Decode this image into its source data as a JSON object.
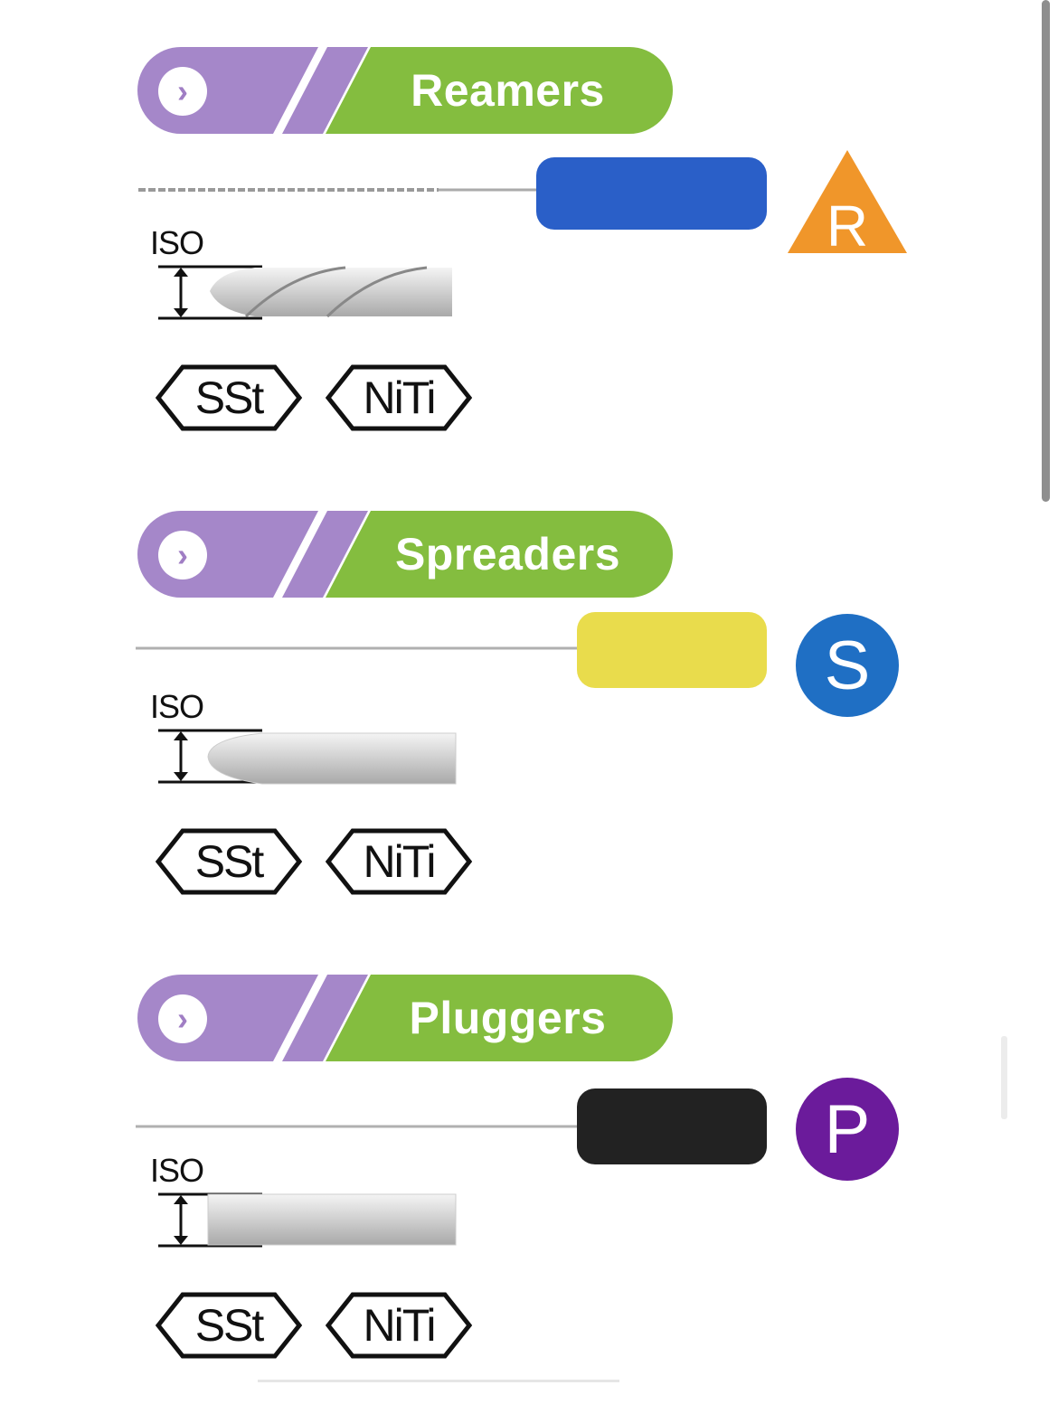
{
  "sections": [
    {
      "title": "Reamers",
      "badge_letter": "R",
      "badge_shape": "triangle",
      "badge_color": "#f0962a",
      "handle_color": "#2a5fc8",
      "iso_label": "ISO",
      "tip_type": "twisted",
      "materials": [
        "SSt",
        "NiTi"
      ]
    },
    {
      "title": "Spreaders",
      "badge_letter": "S",
      "badge_shape": "circle",
      "badge_color": "#1f6fc4",
      "handle_color": "#e9dc4c",
      "iso_label": "ISO",
      "tip_type": "pointed",
      "materials": [
        "SSt",
        "NiTi"
      ]
    },
    {
      "title": "Pluggers",
      "badge_letter": "P",
      "badge_shape": "circle",
      "badge_color": "#6b1b9b",
      "handle_color": "#222222",
      "iso_label": "ISO",
      "tip_type": "flat",
      "materials": [
        "SSt",
        "NiTi"
      ]
    }
  ],
  "colors": {
    "purple": "#a587c9",
    "green": "#84bd3f"
  },
  "icons": {
    "arrow": "chevron-right-icon"
  }
}
